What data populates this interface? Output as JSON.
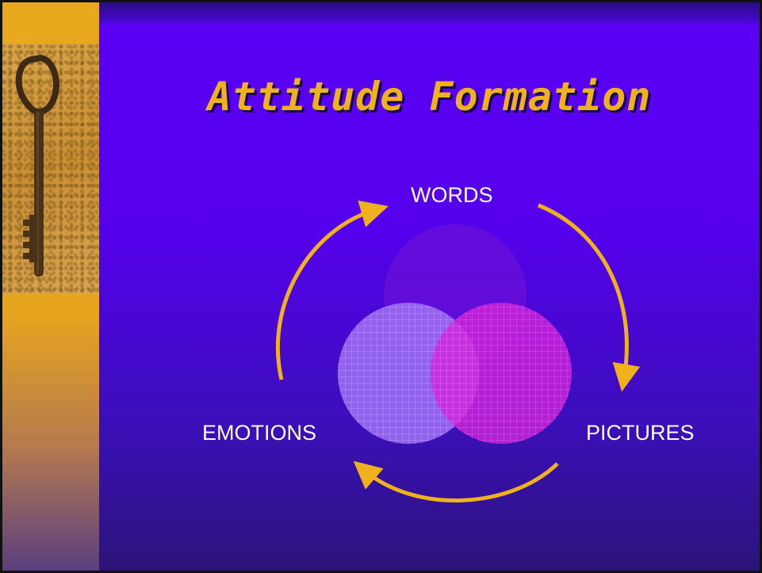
{
  "title": "Attitude Formation",
  "labels": {
    "words": "WORDS",
    "pictures": "PICTURES",
    "emotions": "EMOTIONS"
  },
  "colors": {
    "title": "#f0b21c",
    "arrow": "#f0b21c",
    "background": "#5500ec",
    "accent_band": "#e7a51f"
  },
  "icons": [
    "key-photo"
  ]
}
